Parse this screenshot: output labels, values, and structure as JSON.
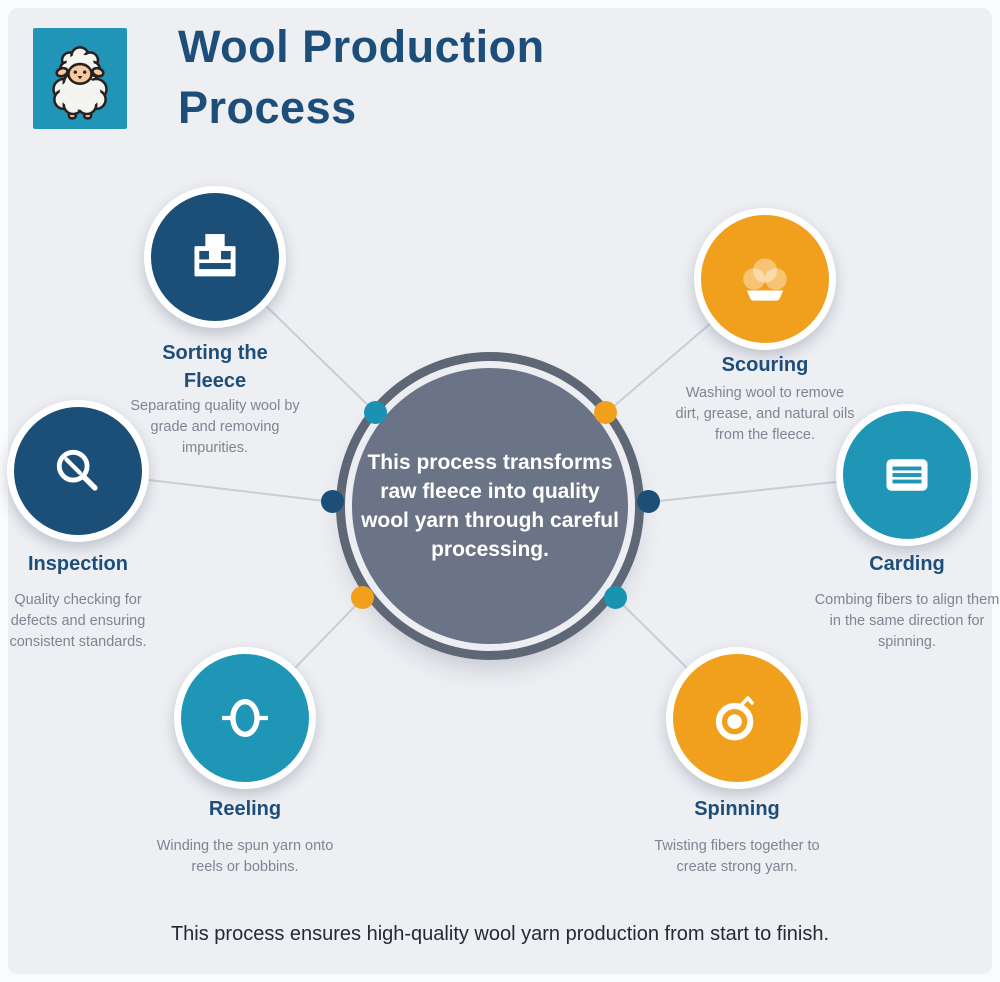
{
  "page": {
    "outer_background": "#fafbfd",
    "card_background": "#edeff3",
    "connector_line_color": "#c8cdd6"
  },
  "header": {
    "title_line1": "Wool Production",
    "title_line2": "Process",
    "title_color": "#1d4e7a",
    "logo": {
      "icon": "sheep-icon",
      "background": "#2095b8"
    }
  },
  "center": {
    "text": "This process transforms raw fleece into quality wool yarn through careful processing.",
    "fill": "#6b7486",
    "outer_ring_color": "#5e6775",
    "inner_ring_color": "#eceef2",
    "text_color": "#ffffff"
  },
  "nodes": [
    {
      "id": "sorting",
      "title": "Sorting the Fleece",
      "description": "Separating quality wool by grade and removing impurities.",
      "color": "#1b4f78",
      "dot_color": "#1a93b3",
      "icon": "sorting-tray-icon"
    },
    {
      "id": "scouring",
      "title": "Scouring",
      "description": "Washing wool to remove dirt, grease, and natural oils from the fleece.",
      "color": "#f1a01d",
      "dot_color": "#f1a01d",
      "icon": "wool-wash-icon"
    },
    {
      "id": "inspection",
      "title": "Inspection",
      "description": "Quality checking for defects and ensuring consistent standards.",
      "color": "#1b4f78",
      "dot_color": "#1b4f78",
      "icon": "magnifier-icon"
    },
    {
      "id": "carding",
      "title": "Carding",
      "description": "Combing fibers to align them in the same direction for spinning.",
      "color": "#1f96b6",
      "dot_color": "#1b4f78",
      "icon": "card-lines-icon"
    },
    {
      "id": "reeling",
      "title": "Reeling",
      "description": "Winding the spun yarn onto reels or bobbins.",
      "color": "#1f96b6",
      "dot_color": "#f1a01d",
      "icon": "bobbin-icon"
    },
    {
      "id": "spinning",
      "title": "Spinning",
      "description": "Twisting fibers together to create strong yarn.",
      "color": "#f1a01d",
      "dot_color": "#1a93b3",
      "icon": "yarn-ball-icon"
    }
  ],
  "footer": {
    "text": "This process ensures high-quality wool yarn production from start to finish."
  }
}
